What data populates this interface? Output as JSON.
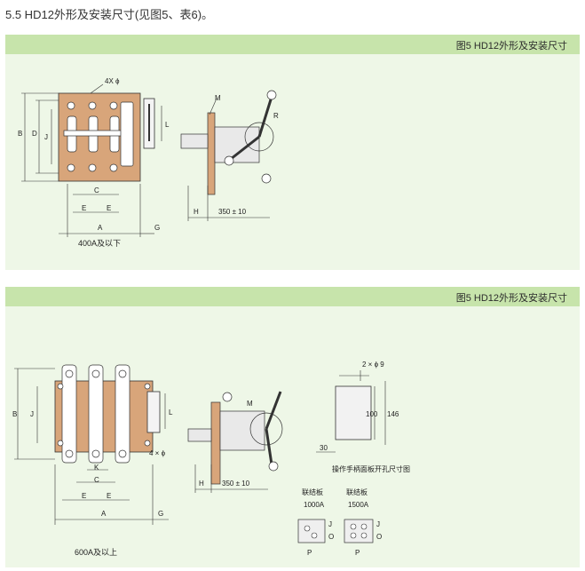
{
  "heading": "5.5 HD12外形及安装尺寸(见图5、表6)。",
  "panel1": {
    "title": "图5 HD12外形及安装尺寸",
    "caption": "400A及以下",
    "labels": {
      "B": "B",
      "D": "D",
      "J": "J",
      "C": "C",
      "E1": "E",
      "E2": "E",
      "A": "A",
      "G": "G",
      "L": "L",
      "M": "M",
      "H": "H",
      "R": "R",
      "holes": "4X ϕ",
      "length": "350 ± 10"
    }
  },
  "panel2": {
    "title": "图5 HD12外形及安装尺寸",
    "caption": "600A及以上",
    "labels": {
      "B": "B",
      "J": "J",
      "K": "K",
      "C": "C",
      "E1": "E",
      "E2": "E",
      "A": "A",
      "G": "G",
      "L": "L",
      "M": "M",
      "H": "H",
      "holes": "4 × ϕ",
      "length": "350 ± 10"
    },
    "cutout": {
      "title": "操作手柄面板开孔尺寸图",
      "holes": "2 × ϕ 9",
      "d100": "100",
      "d146": "146",
      "d30": "30"
    },
    "links": [
      {
        "title": "联结板",
        "rating": "1000A",
        "P": "P",
        "J": "J",
        "O": "O"
      },
      {
        "title": "联结板",
        "rating": "1500A",
        "P": "P",
        "J": "J",
        "O": "O"
      }
    ]
  },
  "colors": {
    "bar": "#c7e4ab",
    "panel": "#eef7e7",
    "body": "#d8a57a",
    "line": "#333333"
  }
}
